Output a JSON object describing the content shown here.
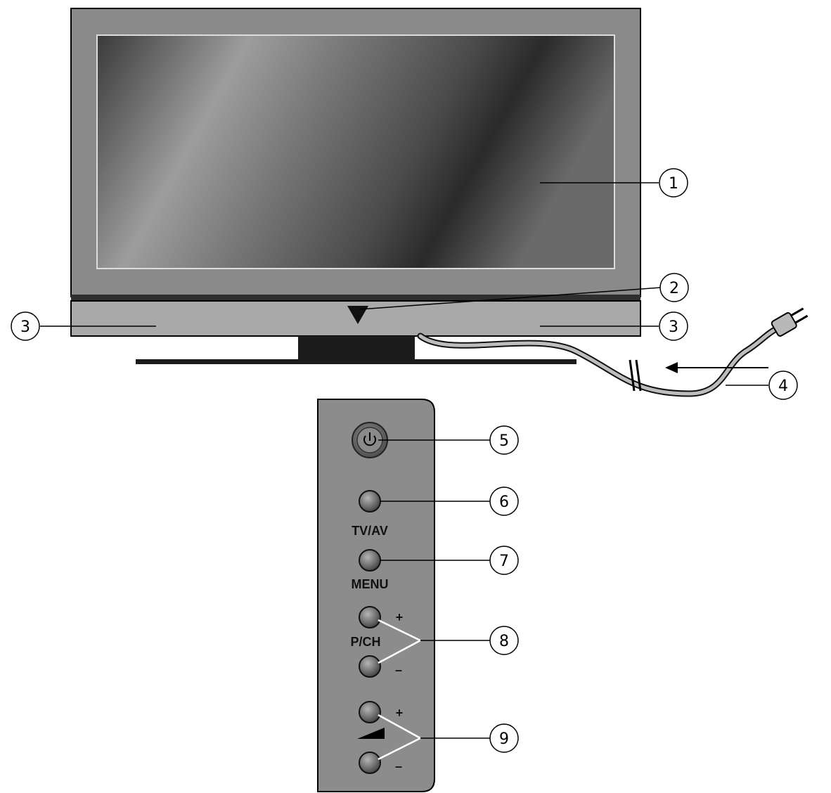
{
  "callouts": {
    "screen": "1",
    "standby_indicator": "2",
    "speaker_left": "3",
    "speaker_right": "3",
    "power_cord": "4",
    "power_button": "5",
    "tvav_button": "6",
    "menu_button": "7",
    "channel_buttons": "8",
    "volume_buttons": "9"
  },
  "panel": {
    "tvav_label": "TV/AV",
    "menu_label": "MENU",
    "pch_label": "P/CH",
    "ch_plus": "+",
    "ch_minus": "–",
    "vol_plus": "+",
    "vol_minus": "–"
  },
  "icons": {
    "power_button": "power-icon",
    "volume": "volume-wedge-icon",
    "indicator": "down-triangle-icon"
  },
  "colors": {
    "frame": "#8a8a8a",
    "screen_dark": "#2e2e2e",
    "screen_light": "#9a9a9a",
    "speaker_bar": "#a9a9a9",
    "stand": "#1c1c1c",
    "panel": "#8c8c8c",
    "button": "#6f6f6f"
  }
}
